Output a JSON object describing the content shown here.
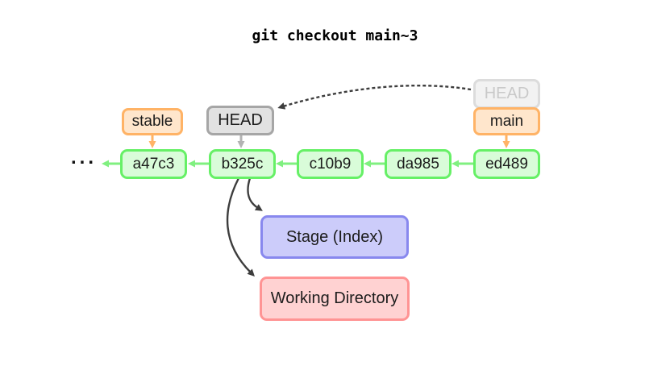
{
  "title": "git checkout main~3",
  "ellipsis": "...",
  "commits": [
    "a47c3",
    "b325c",
    "c10b9",
    "da985",
    "ed489"
  ],
  "refs": {
    "stable": "stable",
    "head": "HEAD",
    "old_head": "HEAD",
    "main": "main"
  },
  "areas": {
    "stage": "Stage (Index)",
    "working_directory": "Working Directory"
  },
  "colors": {
    "commit_fill": "#d9fcd9",
    "commit_border": "#66f066",
    "commit_arrow": "#80f080",
    "branch_fill": "#ffe6cc",
    "branch_border": "#ffb366",
    "head_fill": "#e2e2e2",
    "head_border": "#a6a6a6",
    "head_arrow": "#b3b3b3",
    "old_head_fill": "#f2f2f2",
    "old_head_border": "#dcdcdc",
    "old_head_text": "#c9c9c9",
    "stage_fill": "#ccccfa",
    "stage_border": "#8888ee",
    "working_dir_fill": "#ffd2d2",
    "working_dir_border": "#ff9494",
    "dark_arrow": "#3d3d3d"
  }
}
